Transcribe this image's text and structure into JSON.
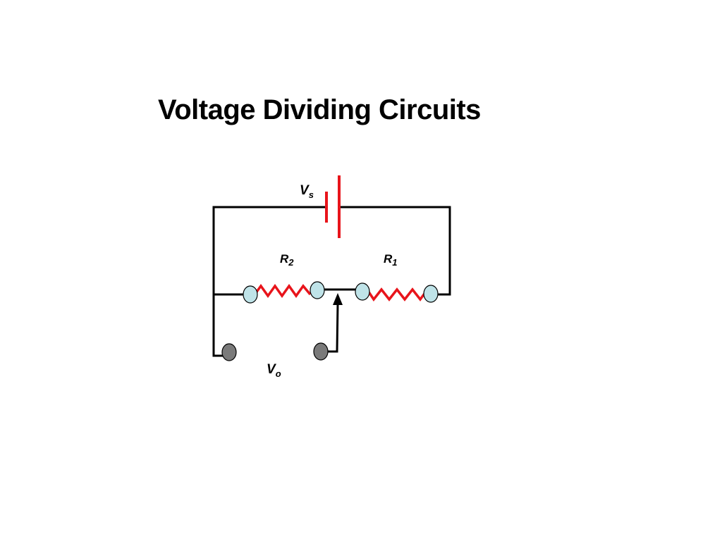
{
  "title": "Voltage Dividing Circuits",
  "labels": {
    "source": {
      "main": "V",
      "sub": "s"
    },
    "r2": {
      "main": "R",
      "sub": "2"
    },
    "r1": {
      "main": "R",
      "sub": "1"
    },
    "output": {
      "main": "V",
      "sub": "o"
    }
  },
  "colors": {
    "wire": "#000000",
    "component": "#e8141b",
    "terminal_fill": "#bfe3e8",
    "output_terminal_fill": "#7a7a7a",
    "background": "#ffffff"
  }
}
